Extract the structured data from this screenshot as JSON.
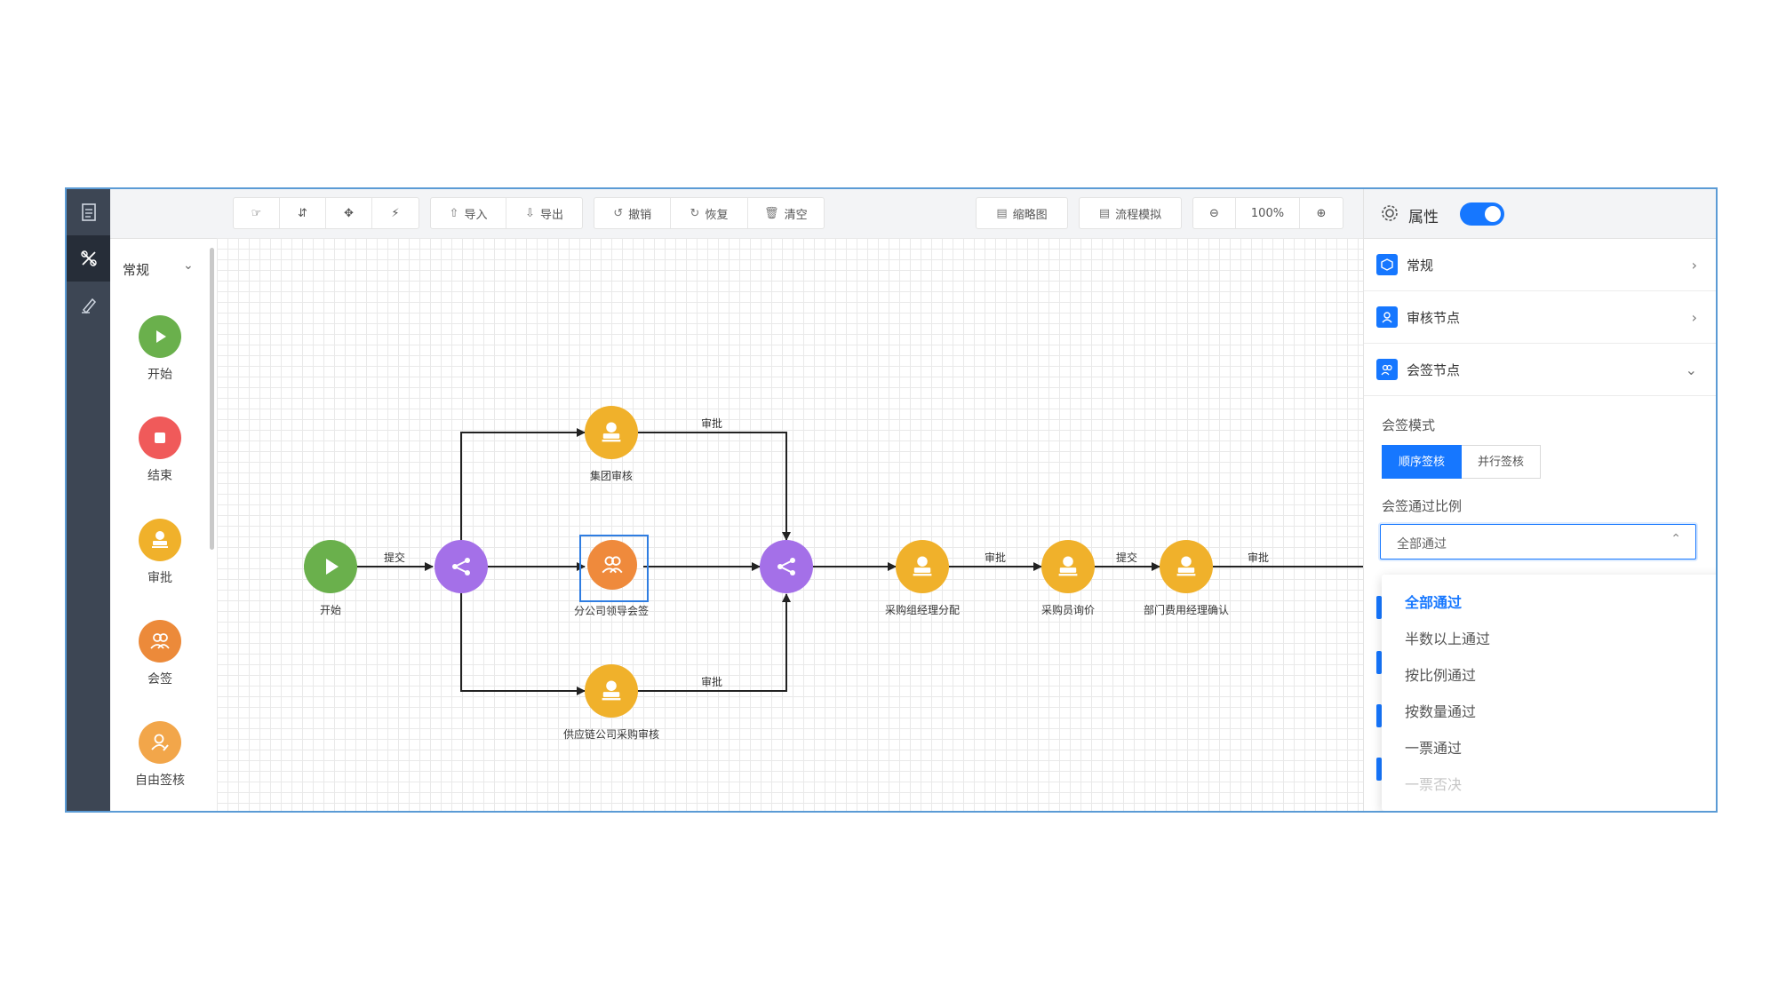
{
  "toolbar": {
    "import_label": "导入",
    "export_label": "导出",
    "undo_label": "撤销",
    "redo_label": "恢复",
    "clear_label": "清空",
    "thumbnail_label": "缩略图",
    "simulate_label": "流程模拟",
    "zoom_value": "100%"
  },
  "palette": {
    "category": "常规",
    "items": [
      {
        "label": "开始",
        "color": "#6ab04c"
      },
      {
        "label": "结束",
        "color": "#f05a5a"
      },
      {
        "label": "审批",
        "color": "#f0b12b"
      },
      {
        "label": "会签",
        "color": "#ec8a3a"
      },
      {
        "label": "自由签核",
        "color": "#f2a64a"
      }
    ]
  },
  "flow": {
    "nodes": {
      "start": "开始",
      "group_review": "集团审核",
      "branch_sign": "分公司领导会签",
      "supply_review": "供应链公司采购审核",
      "purchase_mgr": "采购组经理分配",
      "buyer_price": "采购员询价",
      "dept_confirm": "部门费用经理确认"
    },
    "edges": {
      "submit_1": "提交",
      "approve_top": "审批",
      "approve_bottom": "审批",
      "approve_2": "审批",
      "submit_2": "提交",
      "approve_3": "审批"
    },
    "colors": {
      "start": "#6ab04c",
      "gateway": "#a470e8",
      "approval": "#f0b12b",
      "countersign": "#ef8a3c"
    }
  },
  "props": {
    "title": "属性",
    "sections": {
      "general": "常规",
      "review_node": "审核节点",
      "countersign_node": "会签节点"
    },
    "mode_label": "会签模式",
    "mode_sequential": "顺序签核",
    "mode_parallel": "并行签核",
    "ratio_label": "会签通过比例",
    "ratio_value": "全部通过",
    "ratio_options": [
      "全部通过",
      "半数以上通过",
      "按比例通过",
      "按数量通过",
      "一票通过",
      "一票否决"
    ]
  }
}
